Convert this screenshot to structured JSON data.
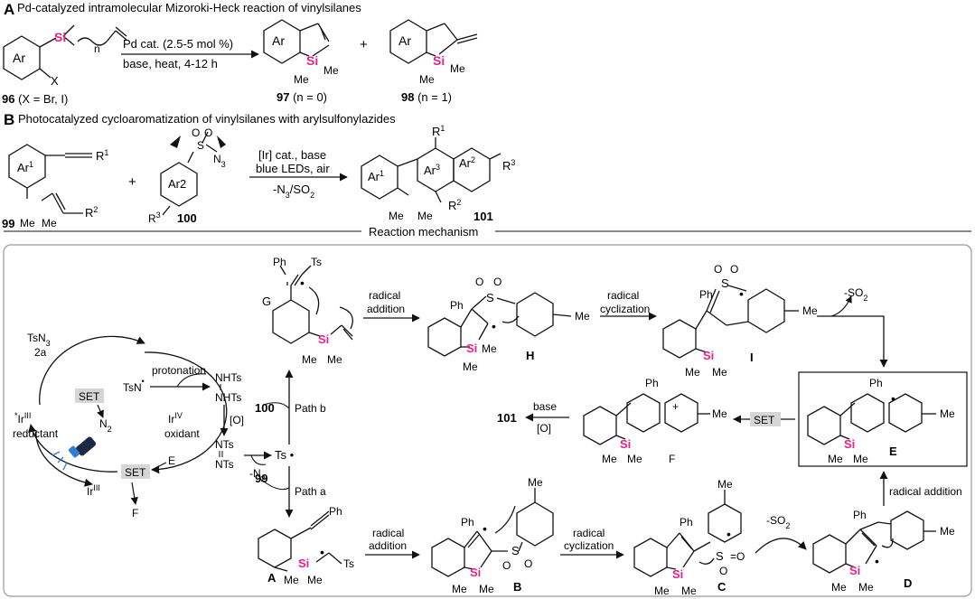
{
  "accent_colors": {
    "silicon": "#e8208a",
    "set_box": "#d6d6d6",
    "frame": "#999999"
  },
  "icons": [
    "led-lamp-icon"
  ],
  "sectionA": {
    "letter": "A",
    "title": "Pd-catalyzed intramolecular Mizoroki-Heck reaction of vinylsilanes",
    "conditions_top": "Pd cat. (2.5-5 mol %)",
    "conditions_bottom": "base, heat, 4-12 h",
    "plus": "+",
    "sm_num": "96",
    "sm_note": " (X = Br, I)",
    "p1_num": "97",
    "p1_note": " (n = 0)",
    "p2_num": "98",
    "p2_note": " (n = 1)",
    "ar": "Ar",
    "si": "Si",
    "me": "Me",
    "x": "X",
    "n": "n"
  },
  "sectionB": {
    "letter": "B",
    "title": "Photocatalyzed cycloaromatization of vinylsilanes with arylsulfonylazides",
    "cond1": "[Ir] cat., base",
    "cond2": "blue LEDs, air",
    "cond3": "-N3/SO2",
    "plus": "+",
    "c99": "99",
    "c100": "100",
    "c101": "101",
    "ar1": "Ar1",
    "ar2": "Ar2",
    "ar2b": "Ar2",
    "ar3": "Ar3",
    "r1": "R1",
    "r2": "R2",
    "r3": "R3",
    "s": "S",
    "o": "O",
    "n3": "N3"
  },
  "mechanism": {
    "header": "Reaction mechanism",
    "cycle": {
      "tsn3": "TsN3",
      "twoa": "2a",
      "set1": "SET",
      "set2": "SET",
      "n2": "N2",
      "ir3_star": "*IrIII",
      "reductant": "reductant",
      "ir4": "IrIV",
      "oxidant": "oxidant",
      "ir3": "IrIII",
      "e": "E",
      "f": "F"
    },
    "tsn_radical": "TsN",
    "protonation": "protonation",
    "nhts1": "NHTs",
    "nhts2": "NHTs",
    "o_ox": "[O]",
    "nts1": "NTs",
    "nts2": "NTs",
    "ts_radical": "Ts •",
    "minus_n2": "-N2",
    "path_a": "Path a",
    "path_b": "Path b",
    "reagent_100": "100",
    "reagent_99": "99",
    "G": "G",
    "H": "H",
    "I": "I",
    "A": "A",
    "B": "B",
    "C": "C",
    "D": "D",
    "E": "E",
    "F": "F",
    "radical_addition": "radical",
    "addition": "addition",
    "radical_cyclization": "radical",
    "cyclization": "cyclization",
    "minus_so2": "-SO2",
    "set_label": "SET",
    "base": "base",
    "o_final": "[O]",
    "final_product": "101",
    "radical_addition_full": "radical addition",
    "ph": "Ph",
    "ts": "Ts",
    "me": "Me",
    "si": "Si",
    "s": "S",
    "o": "O"
  }
}
